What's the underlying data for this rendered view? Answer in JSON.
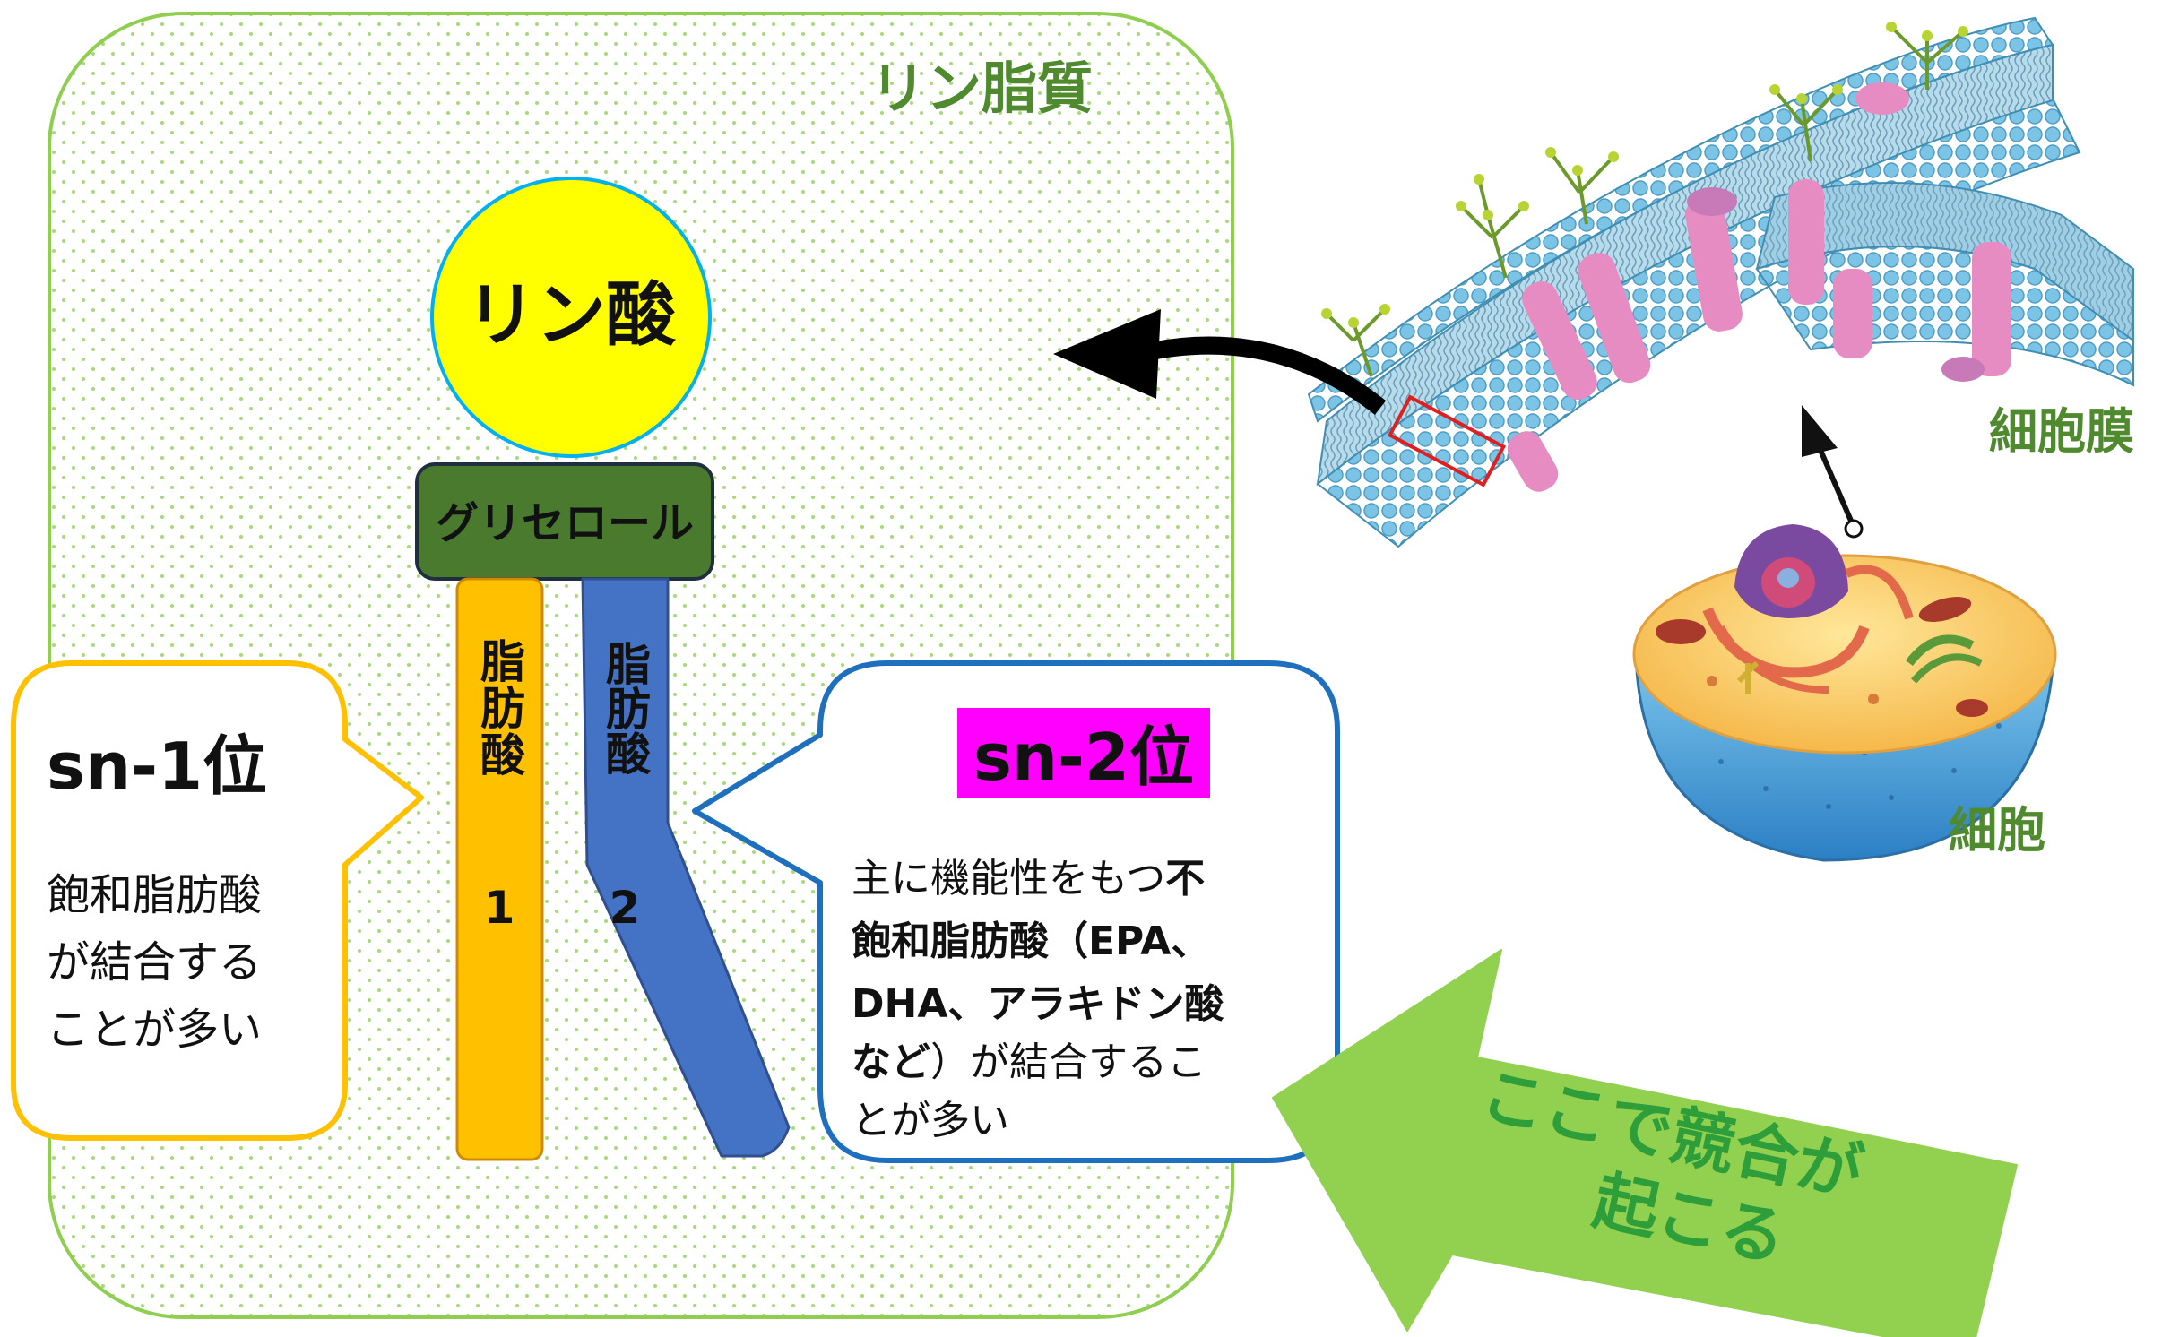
{
  "phospholipid": {
    "title": "リン脂質",
    "phosphate": "リン酸",
    "glycerol": "グリセロール",
    "fatty_acid_1": {
      "label": "脂肪酸",
      "number": "1"
    },
    "fatty_acid_2": {
      "label": "脂肪酸",
      "number": "2"
    }
  },
  "sn1": {
    "title": "sn-1位",
    "lines": [
      "飽和脂肪酸",
      "が結合する",
      "ことが多い"
    ]
  },
  "sn2": {
    "title": "sn-2位",
    "line1_normal": "主に機能性をもつ",
    "line1_bold": "不",
    "line2_bold": "飽和脂肪酸（EPA、",
    "line3_bold": "DHA、アラキドン酸",
    "line4_bold": "など",
    "line4_normal": "）が結合するこ",
    "line5_normal": "とが多い"
  },
  "cell": {
    "membrane_label": "細胞膜",
    "cell_label": "細胞"
  },
  "competition": {
    "line1": "ここで競合が",
    "line2": "起こる"
  },
  "colors": {
    "panel_border": "#8fce4f",
    "panel_title": "#4f8a2e",
    "phosphate_fill": "#ffff00",
    "phosphate_border": "#00b0f0",
    "glycerol_fill": "#4a7a2e",
    "fatty_acid_1": "#ffc000",
    "fatty_acid_2": "#4472c4",
    "sn1_border": "#ffc000",
    "sn2_border": "#1f6fbf",
    "sn2_highlight": "#ff00ff",
    "green_arrow": "#92d050",
    "green_text": "#2e9e3a",
    "membrane_blue": "#6fbbe0",
    "protein_pink": "#e78bc3"
  }
}
